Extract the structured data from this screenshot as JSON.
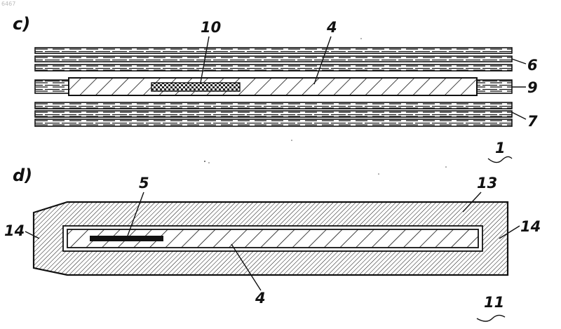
{
  "corner_id": "6467",
  "panel_c": {
    "label": "c)",
    "ref_10": "10",
    "ref_4": "4",
    "ref_6": "6",
    "ref_9": "9",
    "ref_7": "7",
    "ref_1": "1"
  },
  "panel_d": {
    "label": "d)",
    "ref_5": "5",
    "ref_13": "13",
    "ref_14_left": "14",
    "ref_14_right": "14",
    "ref_4": "4",
    "ref_11": "11"
  },
  "colors": {
    "ink": "#111111",
    "paper": "#ffffff"
  }
}
